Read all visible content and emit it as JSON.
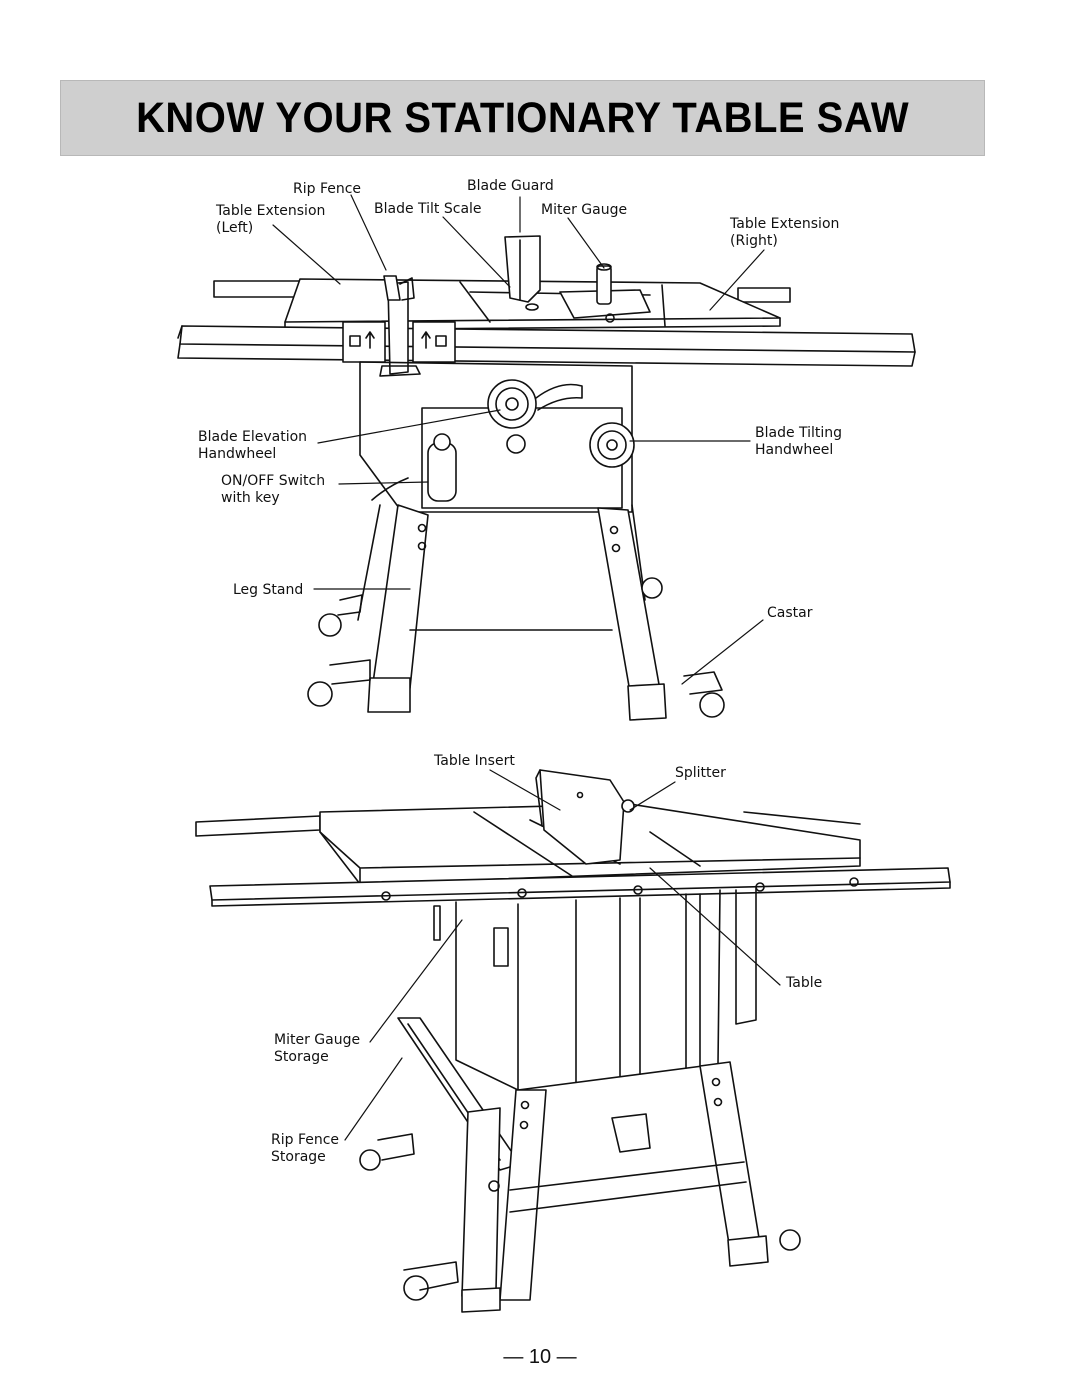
{
  "page": {
    "title": "KNOW YOUR STATIONARY TABLE SAW",
    "page_number": "— 10 —"
  },
  "top_view": {
    "rip_fence": "Rip Fence",
    "blade_guard": "Blade Guard",
    "table_extension_left_1": "Table Extension",
    "table_extension_left_2": "(Left)",
    "blade_tilt_scale": "Blade Tilt Scale",
    "miter_gauge": "Miter Gauge",
    "table_extension_right_1": "Table Extension",
    "table_extension_right_2": "(Right)",
    "blade_elevation_1": "Blade Elevation",
    "blade_elevation_2": "Handwheel",
    "blade_tilting_1": "Blade Tilting",
    "blade_tilting_2": "Handwheel",
    "on_off_switch_1": "ON/OFF Switch",
    "on_off_switch_2": "with key",
    "leg_stand": "Leg Stand",
    "castar": "Castar"
  },
  "bottom_view": {
    "table_insert": "Table Insert",
    "splitter": "Splitter",
    "table": "Table",
    "miter_gauge_storage_1": "Miter Gauge",
    "miter_gauge_storage_2": "Storage",
    "rip_fence_storage_1": "Rip Fence",
    "rip_fence_storage_2": "Storage"
  }
}
